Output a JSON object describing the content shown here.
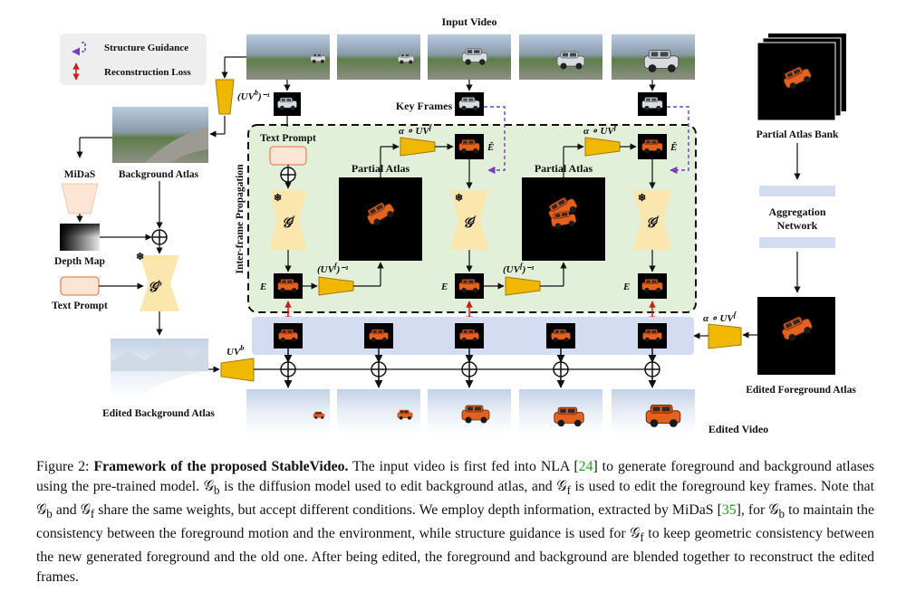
{
  "legend": {
    "structure_guidance": "Structure Guidance",
    "reconstruction_loss": "Reconstruction Loss"
  },
  "labels": {
    "input_video": "Input Video",
    "key_frames": "Key Frames",
    "background_atlas": "Background Atlas",
    "midas": "MiDaS",
    "depth_map": "Depth Map",
    "text_prompt_left": "Text Prompt",
    "text_prompt_inner": "Text Prompt",
    "inter_frame": "Inter-frame Propagation",
    "partial_atlas_1": "Partial Atlas",
    "partial_atlas_2": "Partial Atlas",
    "partial_atlas_bank": "Partial Atlas Bank",
    "aggregation_network": "Aggregation\nNetwork",
    "edited_foreground_atlas": "Edited Foreground Atlas",
    "edited_background_atlas": "Edited Background Atlas",
    "edited_video": "Edited Video",
    "uvb_inv": "(UV",
    "uvb_inv_sup": "b",
    "uvb_inv_exp": ")⁻¹",
    "uvf_inv_1": "(UV",
    "uvf_inv_1_sup": "f",
    "uvf_inv_1_exp": ")⁻¹",
    "uvf_inv_2": "(UV",
    "uvf_inv_2_sup": "f",
    "uvf_inv_2_exp": ")⁻¹",
    "alpha_uvf_1": "α ∘ UV",
    "alpha_uvf_sup": "f",
    "alpha_uvf_2": "α ∘ UV",
    "alpha_uvf_3": "α ∘ UV",
    "uvb": "UV",
    "uvb_sup": "b",
    "gf": "𝒢",
    "gf_sub": "f",
    "gb": "𝒢",
    "gb_sub": "b",
    "e_label": "E",
    "e_hat": "Ê",
    "snowflake": "❄"
  },
  "caption": {
    "prefix": "Figure 2: ",
    "title": "Framework of the proposed StableVideo.",
    "t1": " The input video is first fed into NLA [",
    "cite1": "24",
    "t2": "] to generate foreground and background atlases using the pre-trained model. 𝒢",
    "sub_b1": "b",
    "t3": " is the diffusion model used to edit background atlas, and 𝒢",
    "sub_f1": "f",
    "t4": " is used to edit the foreground key frames. Note that 𝒢",
    "sub_b2": "b",
    "t5": " and 𝒢",
    "sub_f2": "f",
    "t6": " share the same weights, but accept different conditions. We employ depth information, extracted by MiDaS [",
    "cite2": "35",
    "t7": "], for 𝒢",
    "sub_b3": "b",
    "t8": " to maintain the consistency between the foreground motion and the environment, while structure guidance is used for 𝒢",
    "sub_f3": "f",
    "t9": " to keep geometric consistency between the new generated foreground and the old one. After being edited, the foreground and background are blended together to reconstruct the edited frames."
  },
  "colors": {
    "green_panel": "#e3f0d9",
    "blue_strip": "#d3dcf0",
    "encoder_yellow": "#fbe6ad",
    "uv_gold": "#f0b800",
    "prompt_fill": "#fde5d6",
    "prompt_border": "#e8885c",
    "guidance_purple": "#7a3fb8",
    "loss_red": "#c0241a",
    "car_orange": "#e2621e"
  }
}
